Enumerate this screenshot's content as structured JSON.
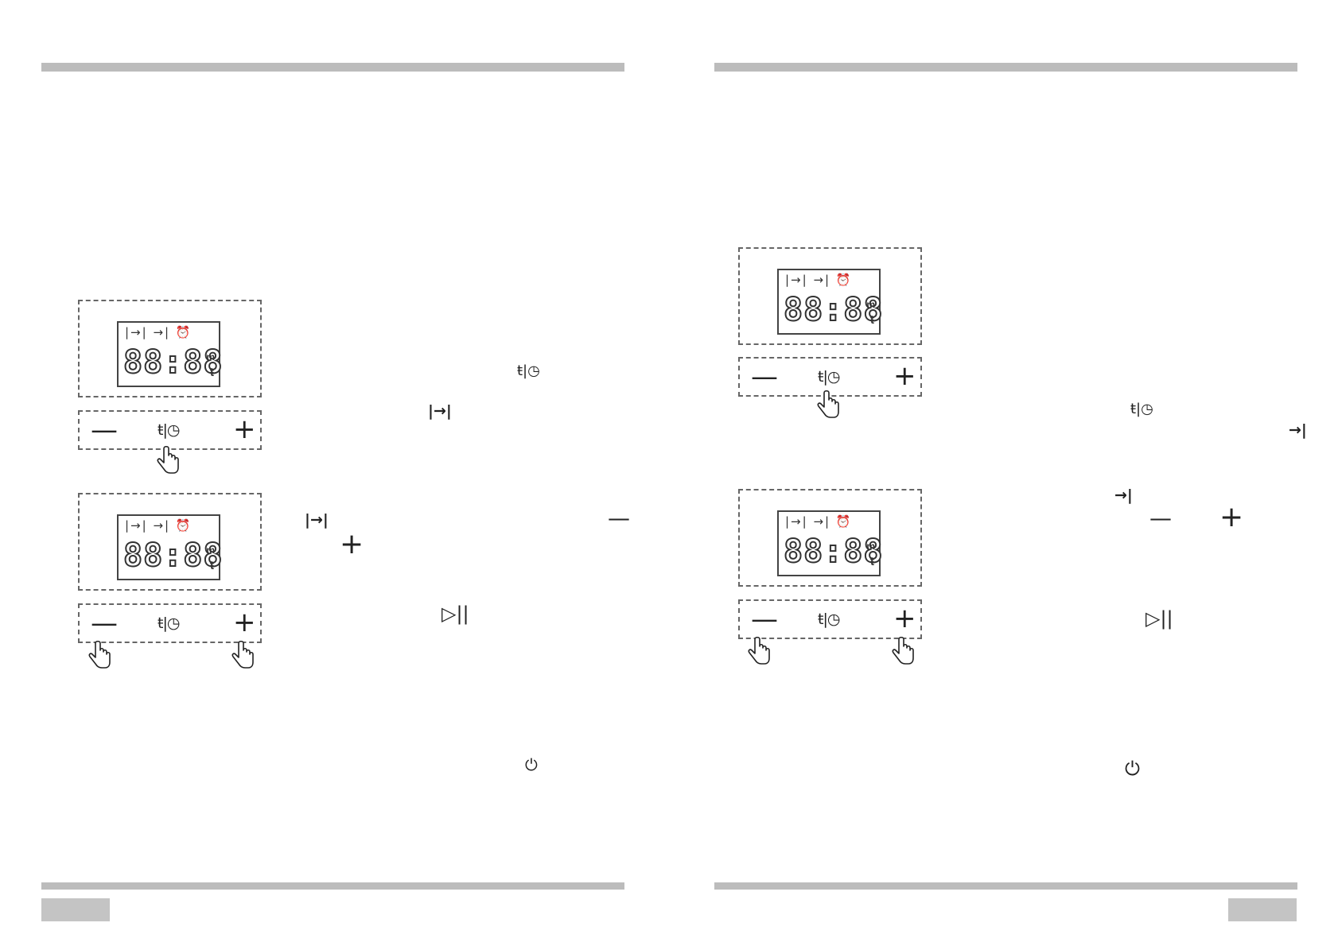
{
  "lcd": {
    "indicators": "|→| →| ⏰",
    "digits": "88:88",
    "unit_m": "m",
    "unit_t": "ŧ"
  },
  "controls": {
    "minus": "—",
    "plus": "+",
    "clock": "ŧ|◷"
  },
  "symbols": {
    "clock": "ŧ|◷",
    "duration": "|→|",
    "end_time": "→|",
    "minus": "—",
    "plus": "+",
    "play_pause": "▷||",
    "power": "⏻"
  }
}
